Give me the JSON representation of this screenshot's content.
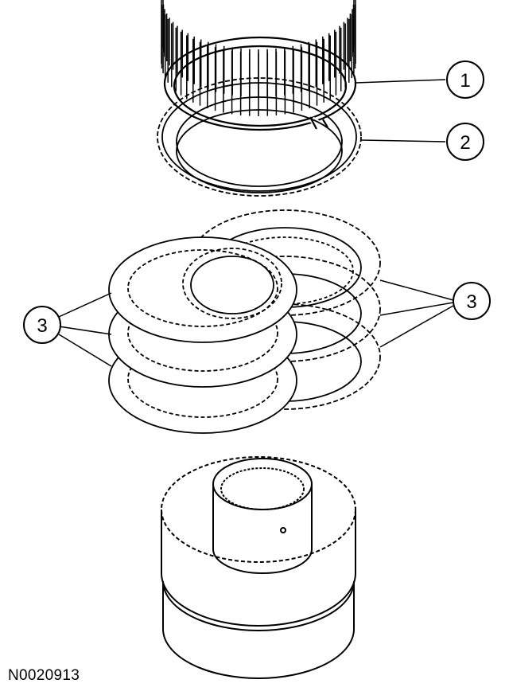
{
  "figure": {
    "reference_code": "N0020913",
    "callouts": [
      {
        "id": "c1",
        "label": "1"
      },
      {
        "id": "c2",
        "label": "2"
      },
      {
        "id": "c3a",
        "label": "3"
      },
      {
        "id": "c3b",
        "label": "3"
      }
    ],
    "parts": [
      {
        "id": "snap-ring",
        "callout": "1"
      },
      {
        "id": "pressure-plate",
        "callout": "2"
      },
      {
        "id": "clutch-plates",
        "callout": "3"
      },
      {
        "id": "clutch-drum-hub"
      }
    ]
  },
  "colors": {
    "line": "#000000",
    "background": "#ffffff"
  }
}
